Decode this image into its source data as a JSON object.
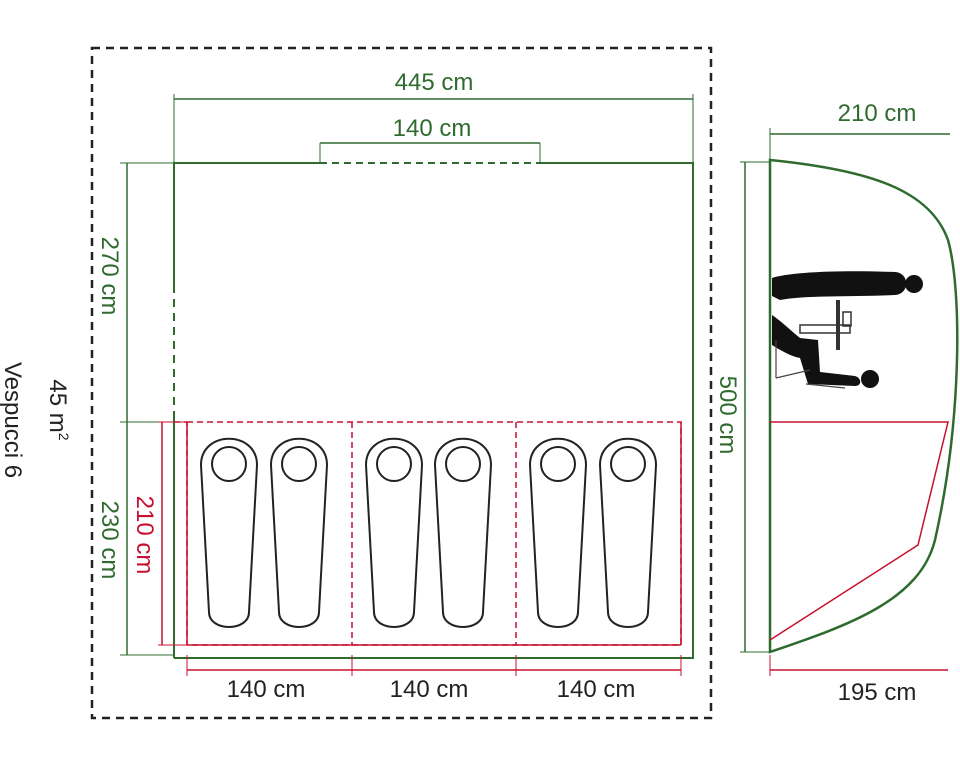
{
  "plan": {
    "product_name": "Vespucci 6",
    "area_value": "45 m",
    "area_sup": "2",
    "width_total": "445 cm",
    "door_width": "140 cm",
    "depth_front": "270 cm",
    "depth_rear": "230 cm",
    "bedroom_depth": "210 cm",
    "bedroom_width_1": "140 cm",
    "bedroom_width_2": "140 cm",
    "bedroom_width_3": "140 cm"
  },
  "side": {
    "top_width": "210 cm",
    "length": "500 cm",
    "bottom_width": "195 cm"
  },
  "colors": {
    "green": "#2f6b2f",
    "red": "#c8102e",
    "black": "#222222"
  },
  "icons": {
    "sleeping_bag": "sleeping-bag-icon",
    "people": "seated-people-icon"
  }
}
